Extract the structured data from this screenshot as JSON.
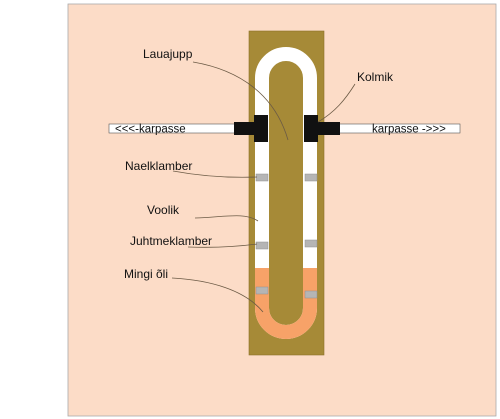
{
  "colors": {
    "background": "#fcdcc7",
    "board": "#a68a37",
    "hose": "#ffffff",
    "oil": "#f7a268",
    "connector": "#111111",
    "clamp": "#b5b5b5"
  },
  "labels": {
    "lauajupp": "Lauajupp",
    "kolmik": "Kolmik",
    "karpasse_left": "<<<-karpasse",
    "karpasse_right": "karpasse ->>>",
    "naelklamber": "Naelklamber",
    "voolik": "Voolik",
    "juhtmeklamber": "Juhtmeklamber",
    "mingi_oli": "Mingi õli"
  },
  "icons": {
    "hose": "u-shaped-hose",
    "connector": "tee-connector",
    "clamp": "hose-clamp"
  }
}
